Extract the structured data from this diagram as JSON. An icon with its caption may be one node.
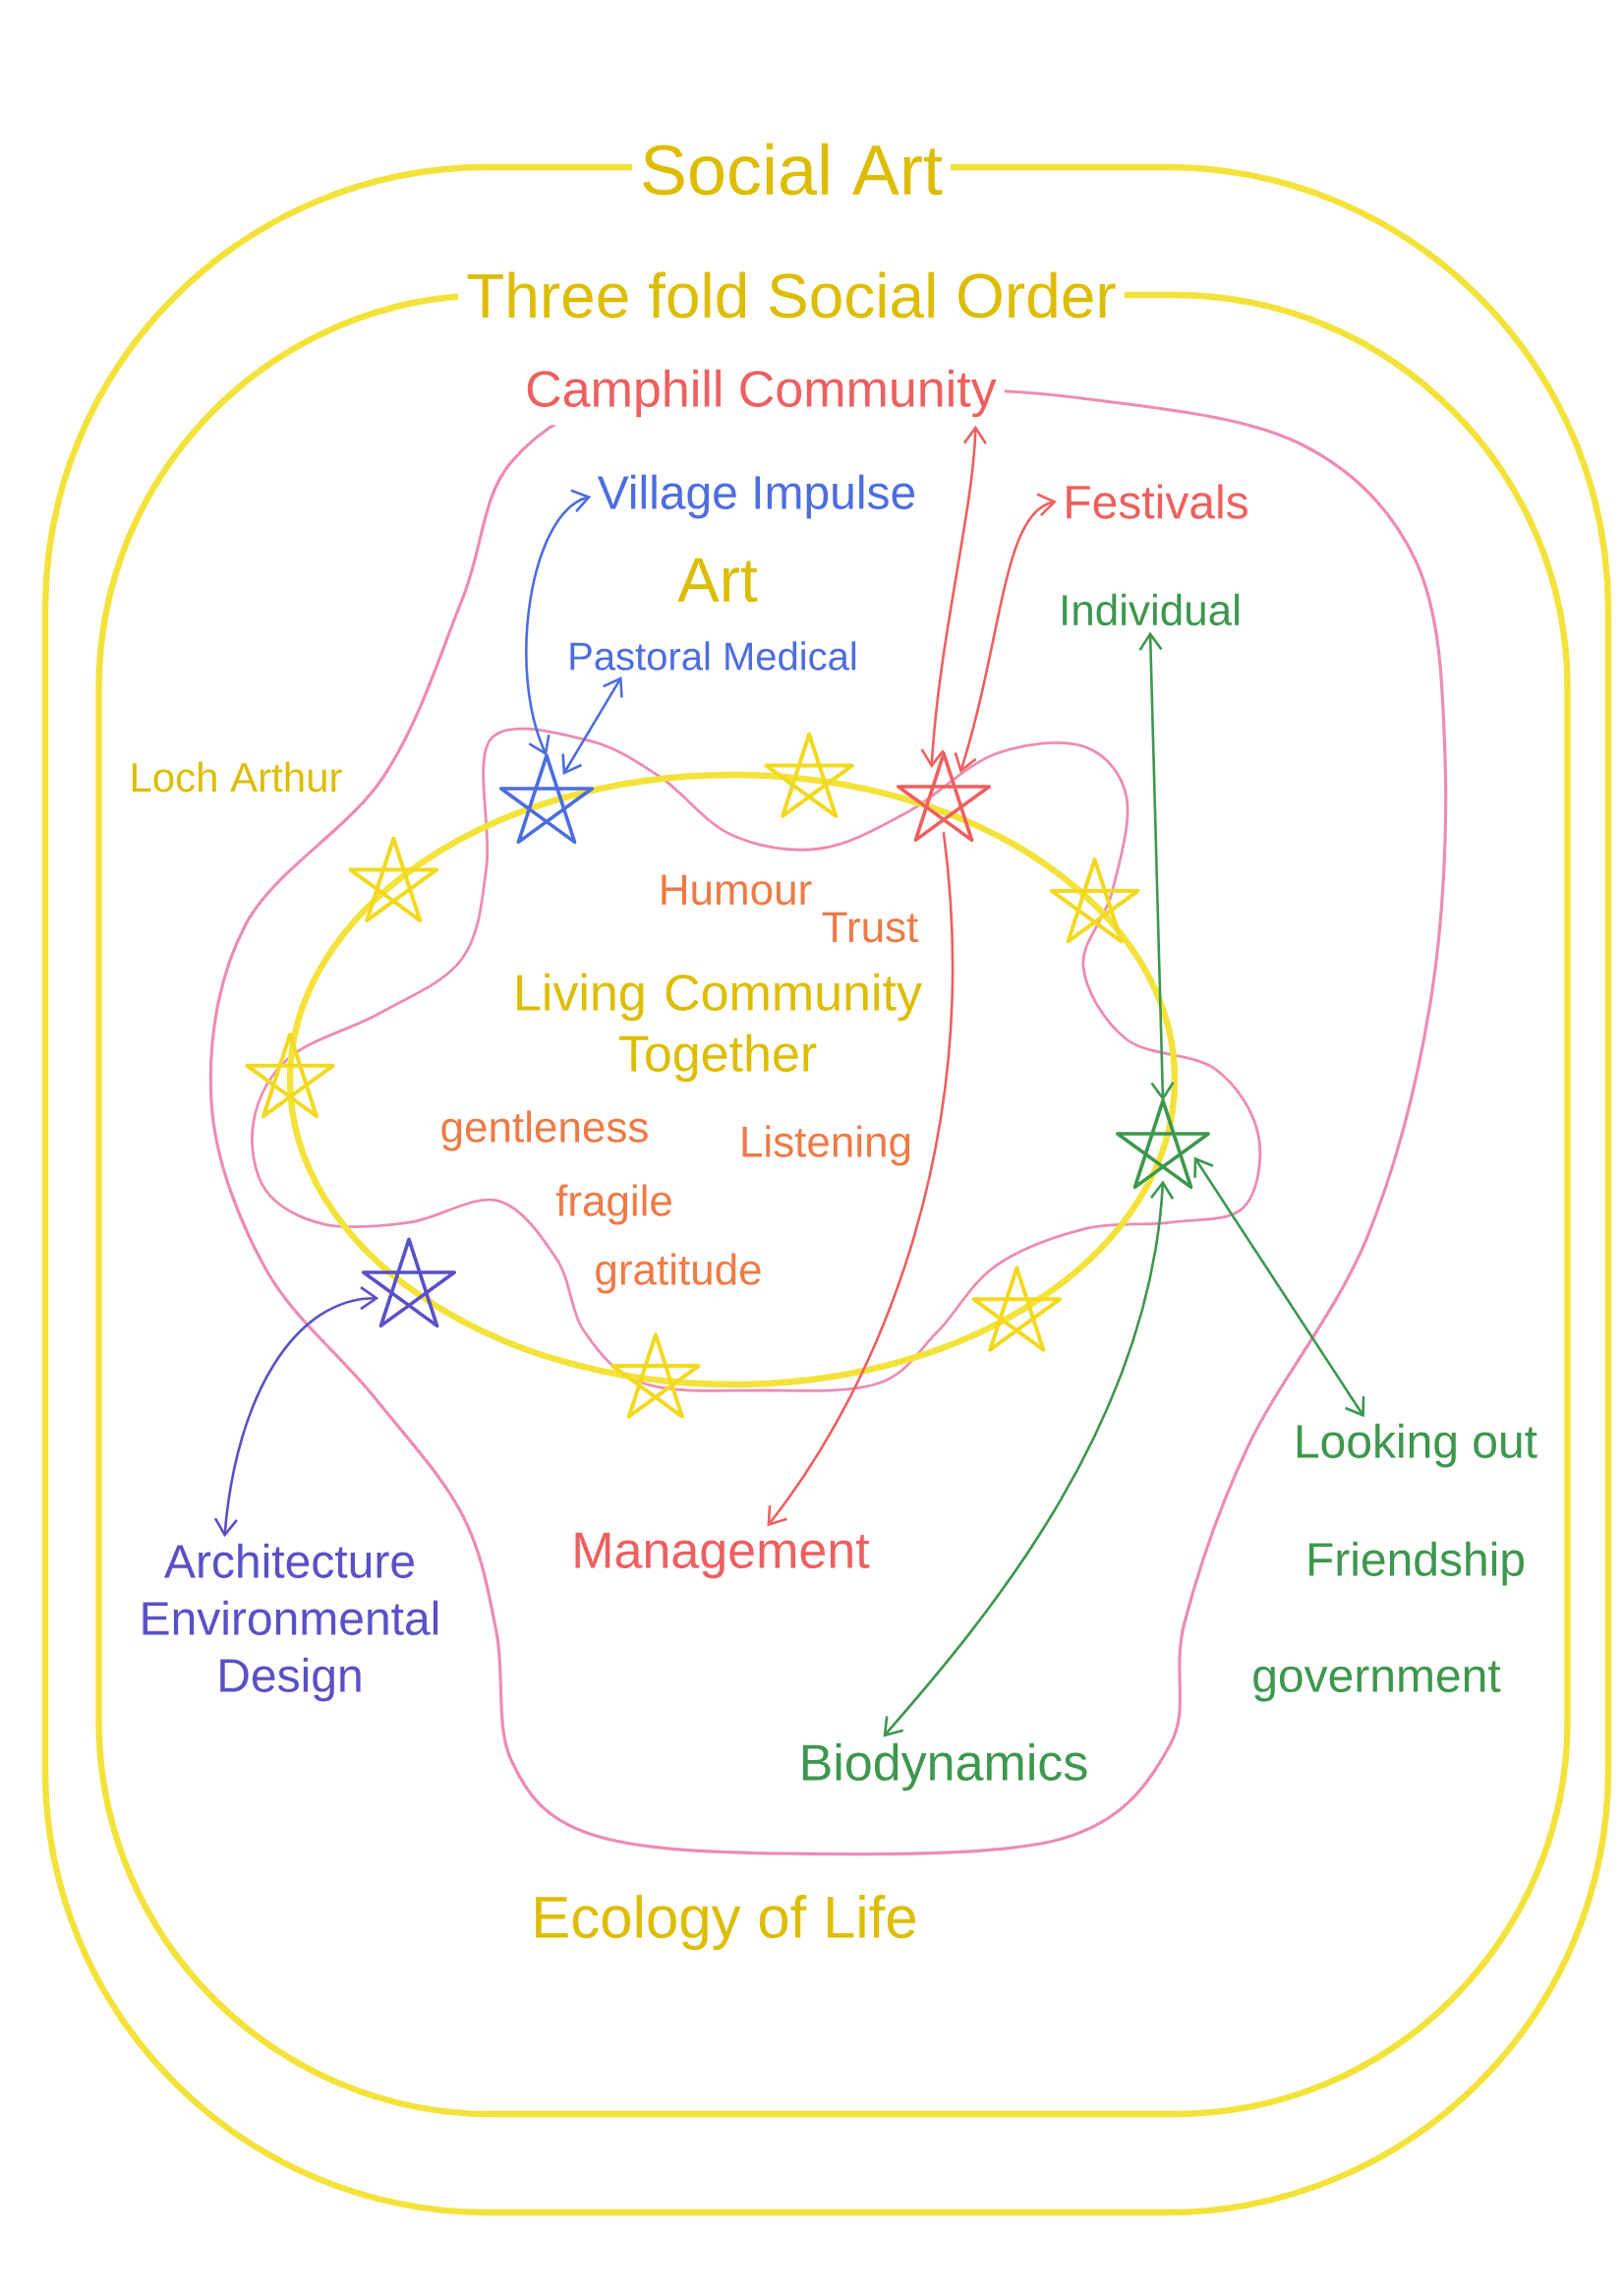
{
  "diagram": {
    "nodes": [
      {
        "text": [
          "Social Art"
        ]
      },
      {
        "text": [
          "Three fold Social Order",
          "Ecology of Life"
        ],
        "in": 0
      },
      {
        "text": [
          "Camphill Community"
        ],
        "in": 1
      },
      {
        "text": [
          "Village Impulse"
        ],
        "in": 2
      },
      {
        "text": [
          "Festivals"
        ],
        "in": 2
      },
      {
        "text": [
          "Individual"
        ],
        "in": 2
      },
      {
        "text": [
          "Pastoral Medical"
        ],
        "in": 2
      },
      {
        "text": [],
        "shape": "star",
        "in": 2
      },
      {
        "text": [],
        "shape": "star",
        "in": 2
      },
      {
        "text": [
          "Living Community Together"
        ],
        "in": 2
      },
      {
        "text": [],
        "shape": "star",
        "in": 2
      },
      {
        "text": [],
        "shape": "star",
        "in": 2
      },
      {
        "text": [
          "Looking out"
        ],
        "in": 1
      },
      {
        "text": [
          "Architecture Environmental Design"
        ],
        "in": 1
      },
      {
        "text": [
          "Management"
        ],
        "in": 2
      },
      {
        "text": [
          "Biodynamics"
        ],
        "in": 2
      }
    ],
    "edges": [
      {
        "from": 7,
        "to": 3,
        "arrow": "both",
        "color": "#4d6ddf"
      },
      {
        "from": 7,
        "to": 6,
        "arrow": "both",
        "color": "#4d6ddf"
      },
      {
        "from": 8,
        "to": 2,
        "arrow": "both",
        "color": "#ee5f5f"
      },
      {
        "from": 8,
        "to": 4,
        "arrow": "both",
        "color": "#ee5f5f"
      },
      {
        "from": 8,
        "to": 14,
        "arrow": "to",
        "color": "#ee5f5f"
      },
      {
        "from": 10,
        "to": 5,
        "arrow": "both",
        "color": "#3d974e"
      },
      {
        "from": 10,
        "to": 12,
        "arrow": "both",
        "color": "#3d974e"
      },
      {
        "from": 10,
        "to": 15,
        "arrow": "both",
        "color": "#3d974e"
      },
      {
        "from": 11,
        "to": 13,
        "arrow": "both",
        "color": "#5a50c6"
      }
    ],
    "labels": [
      "Art",
      "Loch Arthur",
      "Humour",
      "Trust",
      "gentleness",
      "Listening",
      "fragile",
      "gratitude",
      "Friendship",
      "government"
    ]
  }
}
